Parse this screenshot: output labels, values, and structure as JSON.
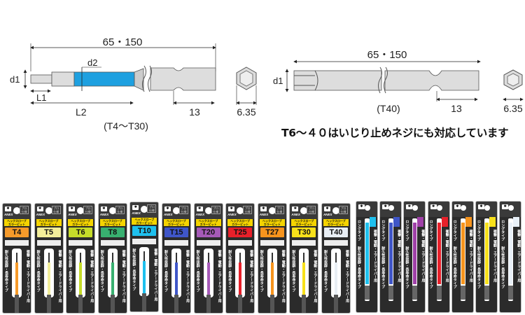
{
  "diagram_left": {
    "overall_length": "65・150",
    "d1": "d1",
    "d2": "d2",
    "L1": "L1",
    "L2": "L2",
    "hex_length": "13",
    "hex_width": "6.35",
    "range_label": "(T4～T30)",
    "accent_color": "#1ea0e0"
  },
  "diagram_right": {
    "overall_length": "65・150",
    "d1": "d1",
    "hex_length": "13",
    "hex_width": "6.35",
    "range_label": "(T40)"
  },
  "note": "T6～４０はいじり止めネジにも対応しています",
  "package_text": {
    "brand": "ANEX",
    "product": "ヘックスローブ\nカラービット",
    "pro": "プロ仕様",
    "feature1": "耐久性抜群・長寿命タイプ",
    "feature2": "衝撃・電動・エアードライバー用",
    "long": "ロングタイプ"
  },
  "short_packages": [
    {
      "size": "T4",
      "color": "#f59a2a"
    },
    {
      "size": "T5",
      "color": "#f3ee9a"
    },
    {
      "size": "T6",
      "color": "#c6dc2a"
    },
    {
      "size": "T8",
      "color": "#38b070"
    },
    {
      "size": "T10",
      "color": "#1ec0ee"
    },
    {
      "size": "T15",
      "color": "#3f56c8"
    },
    {
      "size": "T20",
      "color": "#a65ab8"
    },
    {
      "size": "T25",
      "color": "#e8202a"
    },
    {
      "size": "T27",
      "color": "#f7941d"
    },
    {
      "size": "T30",
      "color": "#f7e01a"
    },
    {
      "size": "T40",
      "color": "#e8eef4"
    }
  ],
  "long_packages": [
    {
      "color": "#1ec0ee"
    },
    {
      "color": "#3f56c8"
    },
    {
      "color": "#a040a8"
    },
    {
      "color": "#e8202a"
    },
    {
      "color": "#f7941d"
    },
    {
      "color": "#f7e01a"
    },
    {
      "color": "#e8f0f8"
    }
  ]
}
